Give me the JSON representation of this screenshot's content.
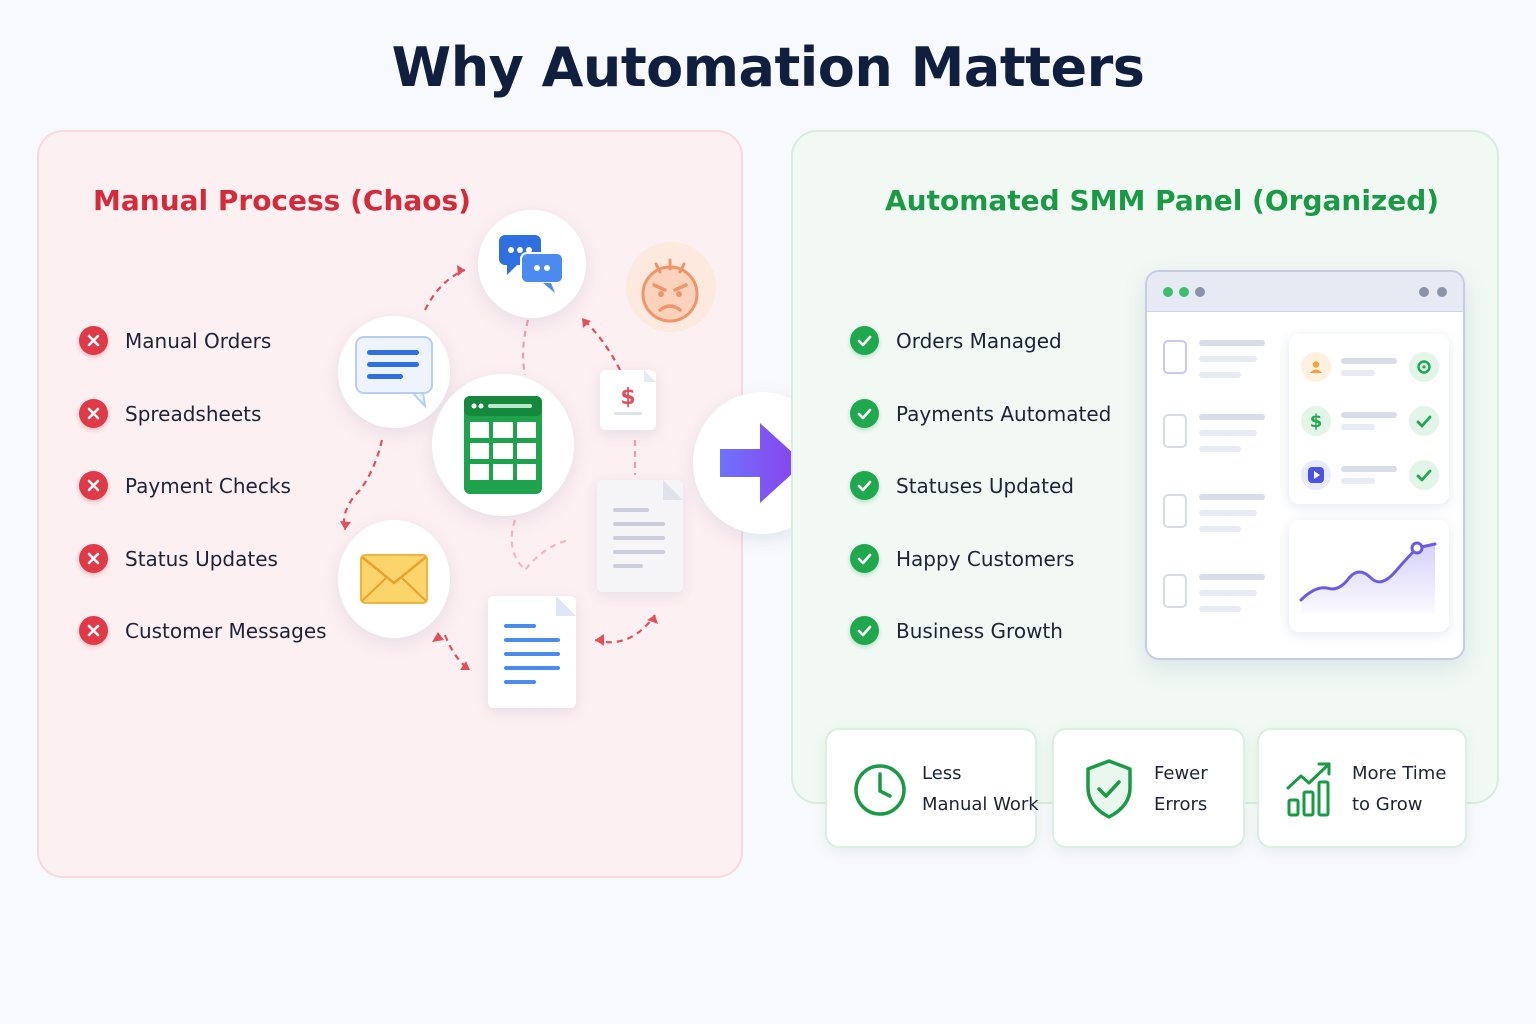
{
  "title": "Why Automation Matters",
  "manual": {
    "heading": "Manual Process (Chaos)",
    "items": [
      "Manual Orders",
      "Spreadsheets",
      "Payment Checks",
      "Status Updates",
      "Customer Messages"
    ],
    "icons": [
      "chat-icon",
      "message-icon",
      "spreadsheet-icon",
      "invoice-icon",
      "document-icon",
      "envelope-icon",
      "angry-face-icon"
    ],
    "accent": "#e03a48"
  },
  "automated": {
    "heading": "Automated SMM Panel (Organized)",
    "items": [
      "Orders Managed",
      "Payments Automated",
      "Statuses Updated",
      "Happy Customers",
      "Business Growth"
    ],
    "dashboard_symbol": "$",
    "accent": "#20a84f"
  },
  "transition_icon": "arrow-right-icon",
  "benefits": [
    {
      "line1": "Less",
      "line2": "Manual Work",
      "icon": "clock-icon"
    },
    {
      "line1": "Fewer",
      "line2": "Errors",
      "icon": "shield-check-icon"
    },
    {
      "line1": "More Time",
      "line2": "to Grow",
      "icon": "growth-chart-icon"
    }
  ]
}
